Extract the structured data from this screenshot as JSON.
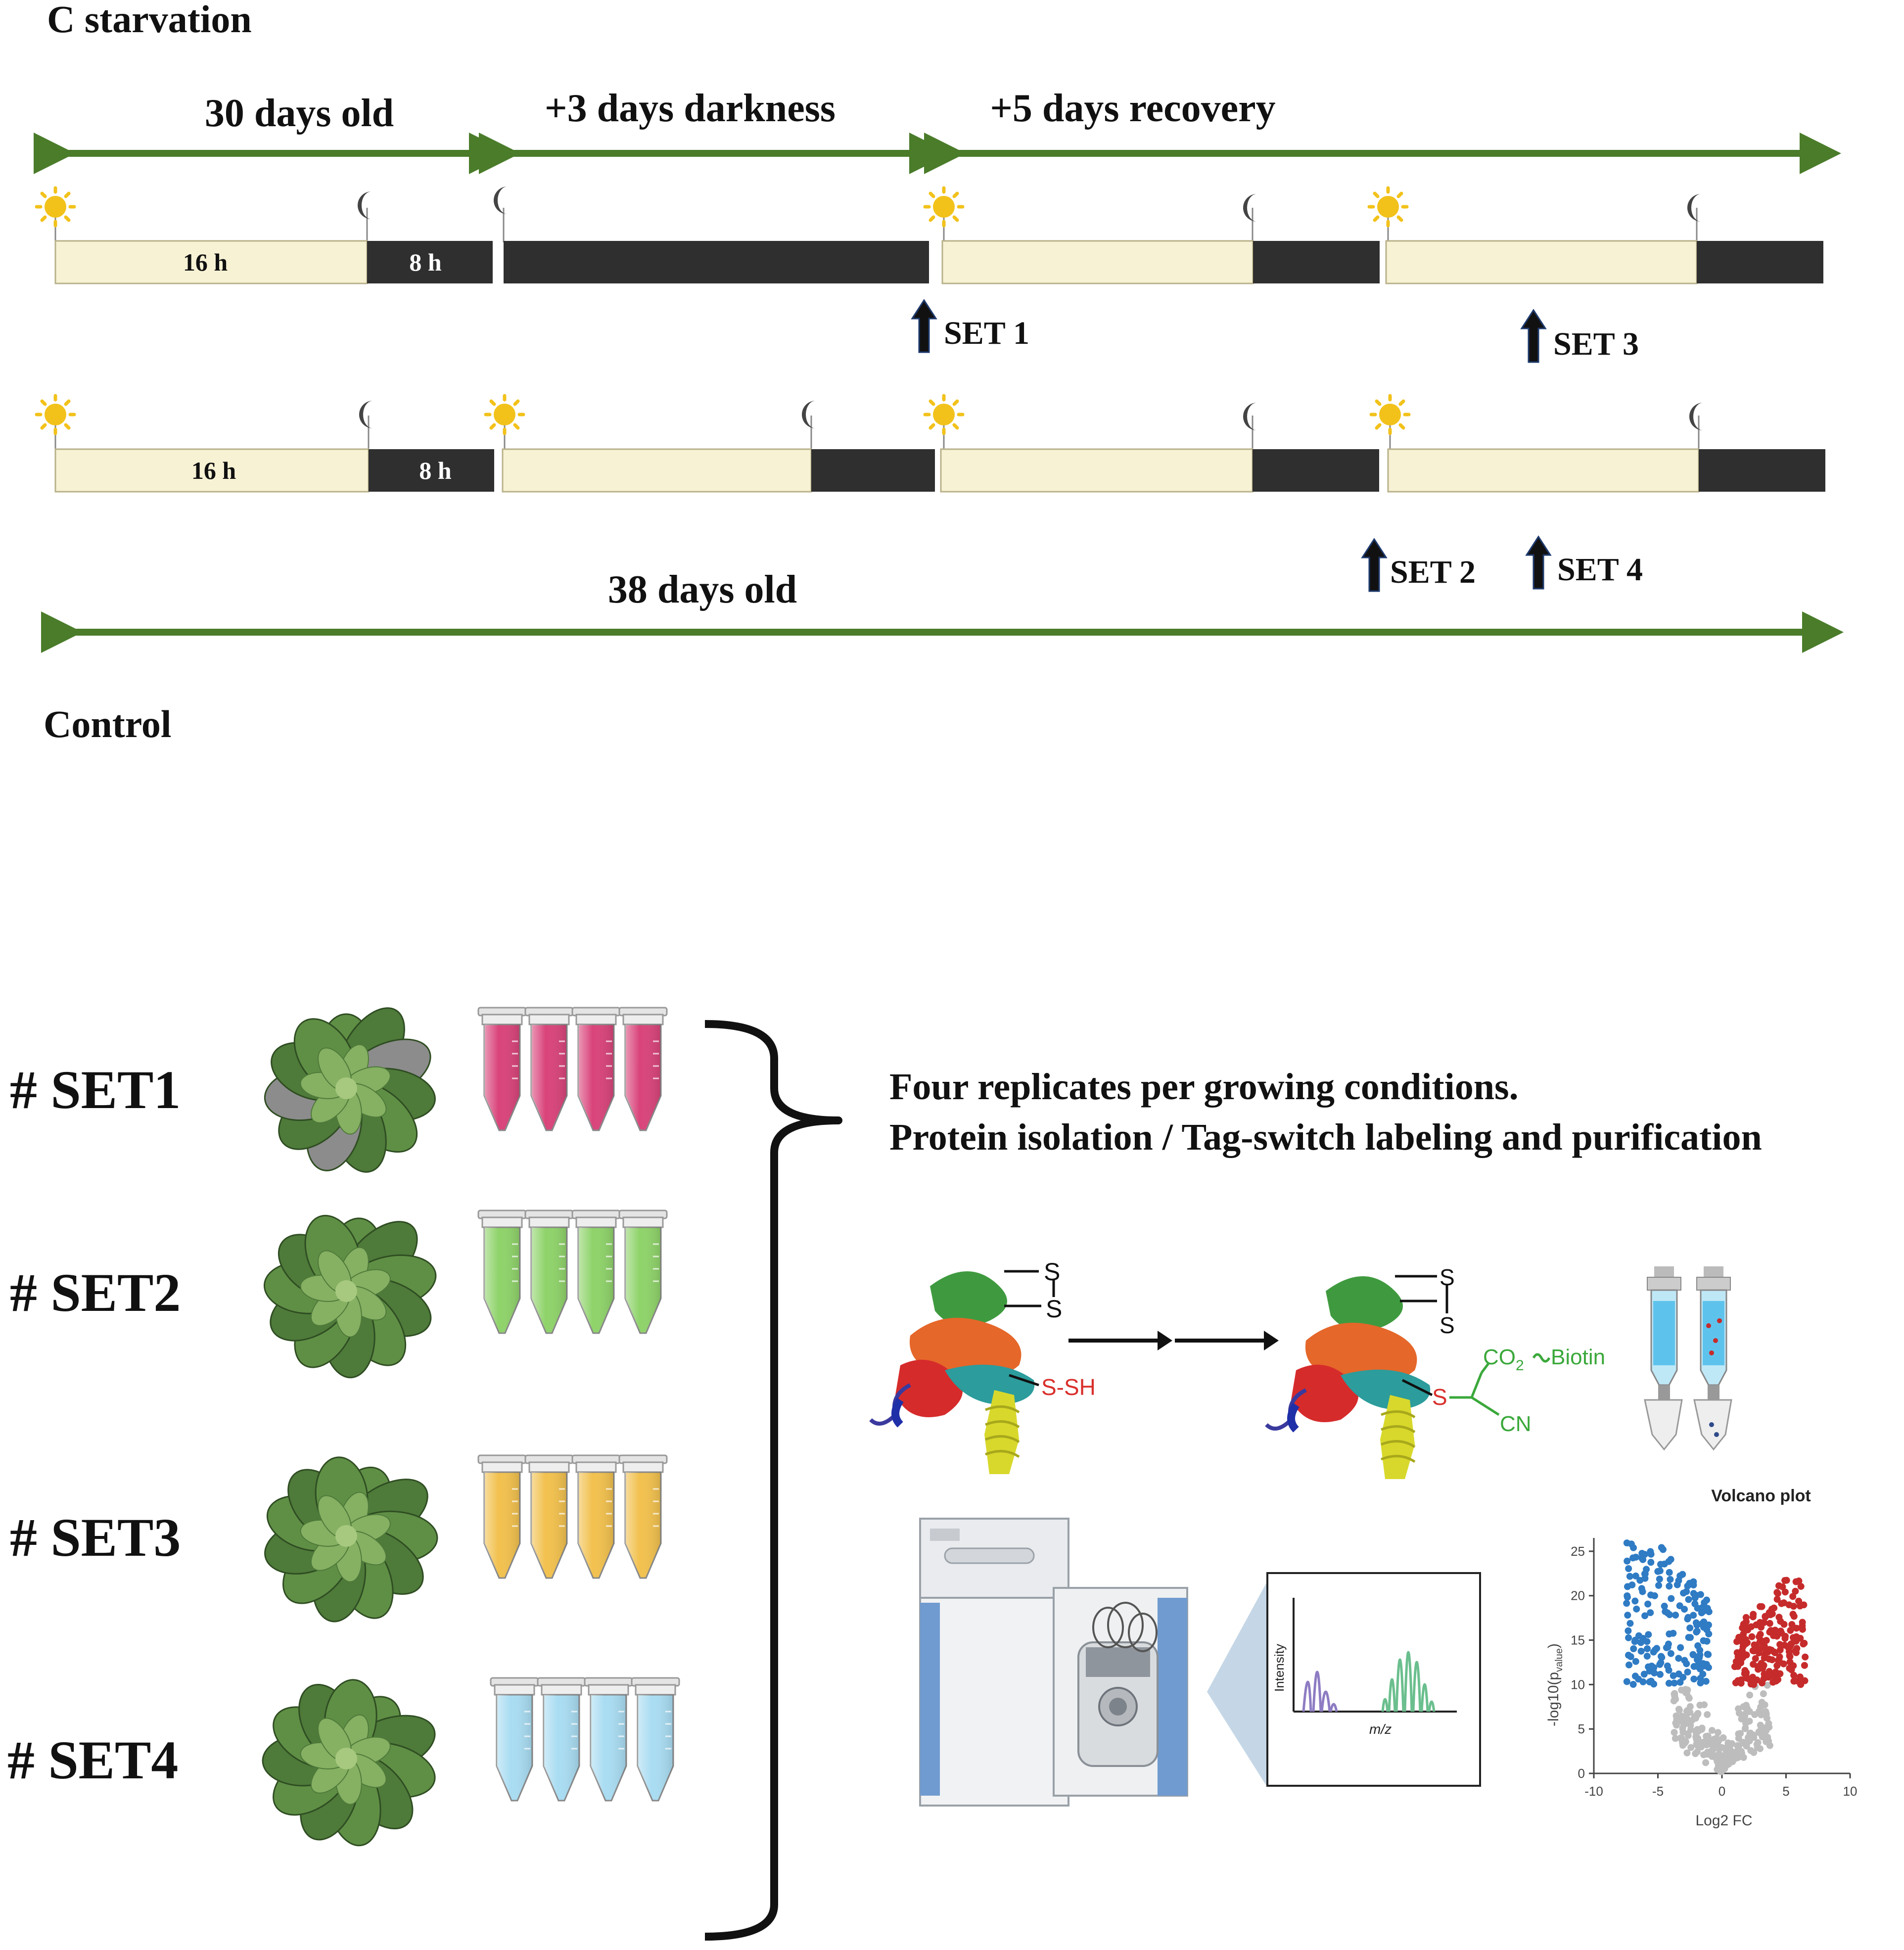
{
  "headings": {
    "starvation": "C starvation",
    "control": "Control"
  },
  "periods": {
    "p1": "30 days old",
    "p2": "+3 days darkness",
    "p3": "+5 days recovery",
    "total": "38 days old"
  },
  "durations": {
    "day_hours": "16 h",
    "night_hours": "8 h"
  },
  "sampling_points": {
    "s1": "SET 1",
    "s2": "SET 2",
    "s3": "SET 3",
    "s4": "SET 4"
  },
  "sets": [
    {
      "label": "# SET1",
      "tube_color": "#d9447a"
    },
    {
      "label": "# SET2",
      "tube_color": "#8fd36a"
    },
    {
      "label": "# SET3",
      "tube_color": "#f2c14e"
    },
    {
      "label": "# SET4",
      "tube_color": "#a9dcf2"
    }
  ],
  "description": {
    "line1": "Four replicates per growing conditions.",
    "line2": "Protein isolation / Tag-switch labeling and purification"
  },
  "chemistry": {
    "s_top": "S",
    "s_bottom": "S",
    "thiol": "S-SH",
    "s_label": "S",
    "co2": "CO",
    "co2_sub": "2",
    "biotin": "Biotin",
    "cn": "CN"
  },
  "spectrum": {
    "ylabel": "Intensity",
    "xlabel": "m/z"
  },
  "volcano": {
    "title": "Volcano plot",
    "xlabel": "Log2 FC",
    "ylabel": "-log10(p",
    "ylabel_sub": "value",
    "ylabel_end": ")",
    "x_ticks": [
      "-10",
      "-5",
      "0",
      "5",
      "10"
    ],
    "y_ticks": [
      "0",
      "5",
      "10",
      "15",
      "20",
      "25"
    ]
  },
  "colors": {
    "arrow_green": "#4a7c2a",
    "day_fill": "#f7f2d4",
    "night_fill": "#2f2f2f",
    "volcano_down": "#2f7bc4",
    "volcano_up": "#c62b2b",
    "volcano_ns": "#bdbdbd",
    "chem_red": "#d9302c",
    "chem_green": "#3aa83a"
  }
}
